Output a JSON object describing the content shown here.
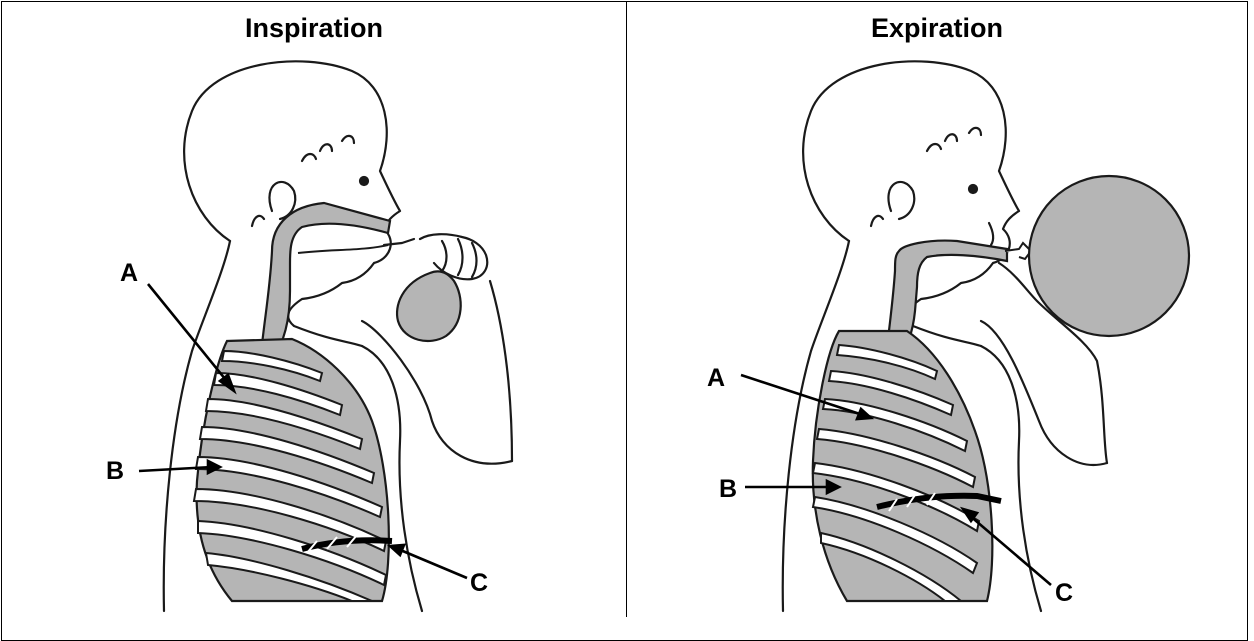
{
  "panels": [
    {
      "title": "Inspiration",
      "labels": {
        "a": "A",
        "b": "B",
        "c": "C"
      }
    },
    {
      "title": "Expiration",
      "labels": {
        "a": "A",
        "b": "B",
        "c": "C"
      }
    }
  ],
  "colors": {
    "organ_fill": "#b5b5b5",
    "line": "#1a1a1a",
    "background": "#ffffff"
  }
}
